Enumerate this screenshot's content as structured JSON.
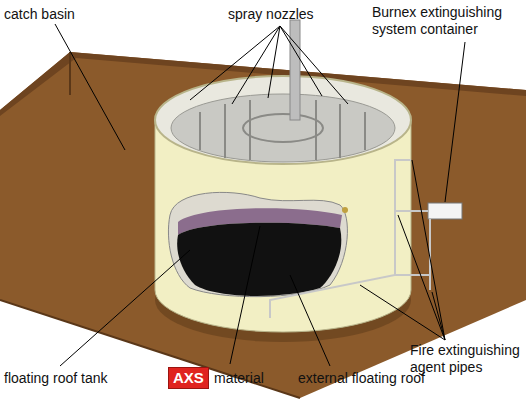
{
  "diagram": {
    "nodes": [
      {
        "text": [
          "AXS"
        ]
      }
    ],
    "labels": [
      "catch basin",
      "spray nozzles",
      "Burnex extinguishing system container",
      "floating roof tank",
      "material",
      "external floating roof",
      "Fire extinguishing agent pipes"
    ]
  }
}
